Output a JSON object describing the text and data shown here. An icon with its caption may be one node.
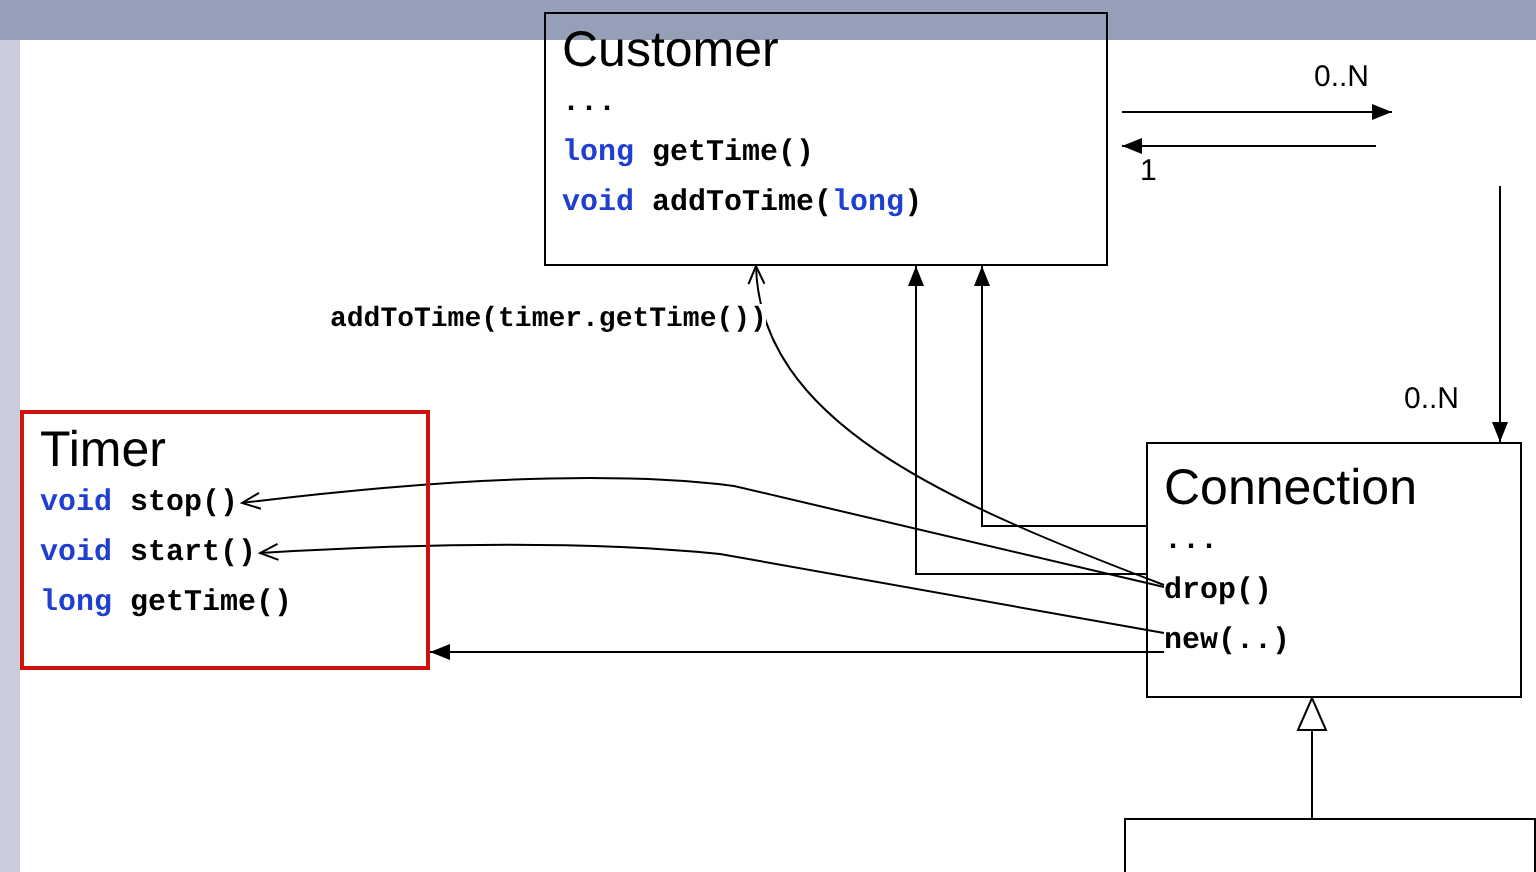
{
  "diagram": {
    "nodes": [
      {
        "text": [
          "Customer",
          "...",
          "long getTime()",
          "void addToTime(long)"
        ]
      },
      {
        "text": [
          "Timer"
        ]
      },
      {
        "text": [
          "void stop()"
        ],
        "in": 1
      },
      {
        "text": [
          "void start()"
        ],
        "in": 1
      },
      {
        "text": [
          "long getTime()"
        ],
        "in": 1
      },
      {
        "text": [
          "Connection",
          "..."
        ]
      },
      {
        "text": [
          "drop()"
        ],
        "in": 5
      },
      {
        "text": [
          "new(..)"
        ],
        "in": 5
      },
      {
        "text": [],
        "shape": "box"
      }
    ],
    "edges": [
      {
        "from": 0,
        "to": null,
        "arrow": "to",
        "label": "0..N"
      },
      {
        "from": null,
        "to": 0,
        "arrow": "to",
        "label": "1"
      },
      {
        "from": null,
        "to": 5,
        "arrow": "to",
        "label": "0..N"
      },
      {
        "from": 5,
        "to": 0,
        "arrow": "to"
      },
      {
        "from": 5,
        "to": 0,
        "arrow": "to"
      },
      {
        "from": 6,
        "to": 0,
        "arrow": "to",
        "label": "addToTime(timer.getTime())"
      },
      {
        "from": 6,
        "to": 2,
        "arrow": "to"
      },
      {
        "from": 7,
        "to": 3,
        "arrow": "to"
      },
      {
        "from": 7,
        "to": 1,
        "arrow": "to"
      },
      {
        "from": 8,
        "to": 5,
        "arrow": "to"
      }
    ]
  }
}
